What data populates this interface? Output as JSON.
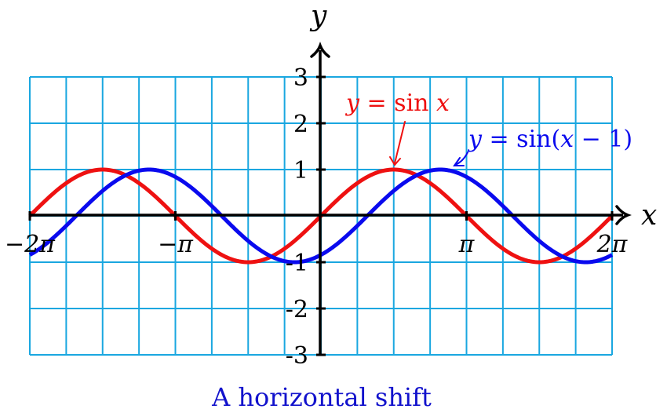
{
  "chart_data": {
    "type": "line",
    "title": "A horizontal shift",
    "xlabel": "x",
    "ylabel": "y",
    "xlim": [
      -6.2832,
      6.2832
    ],
    "ylim": [
      -3,
      3
    ],
    "grid": true,
    "x_ticks": [
      {
        "value": -6.2832,
        "label": "−2π"
      },
      {
        "value": -3.1416,
        "label": "−π"
      },
      {
        "value": 3.1416,
        "label": "π"
      },
      {
        "value": 6.2832,
        "label": "2π"
      }
    ],
    "y_ticks": [
      {
        "value": 3,
        "label": "3"
      },
      {
        "value": 2,
        "label": "2"
      },
      {
        "value": 1,
        "label": "1"
      },
      {
        "value": -1,
        "label": "-1"
      },
      {
        "value": -2,
        "label": "-2"
      },
      {
        "value": -3,
        "label": "-3"
      }
    ],
    "series": [
      {
        "name": "y = sin x",
        "color": "#ee1111",
        "function": "sin(x)",
        "x": [
          -6.2832,
          -5.4978,
          -4.7124,
          -3.927,
          -3.1416,
          -2.3562,
          -1.5708,
          -0.7854,
          0,
          0.7854,
          1.5708,
          2.3562,
          3.1416,
          3.927,
          4.7124,
          5.4978,
          6.2832
        ],
        "y": [
          0,
          0.707,
          1,
          0.707,
          0,
          -0.707,
          -1,
          -0.707,
          0,
          0.707,
          1,
          0.707,
          0,
          -0.707,
          -1,
          -0.707,
          0
        ]
      },
      {
        "name": "y = sin(x − 1)",
        "color": "#0a0aee",
        "function": "sin(x-1)",
        "x": [
          -6.2832,
          -5.4978,
          -4.7124,
          -3.927,
          -3.1416,
          -2.3562,
          -1.5708,
          -0.7854,
          0,
          0.7854,
          1.5708,
          2.3562,
          3.1416,
          3.927,
          4.7124,
          5.4978,
          6.2832
        ],
        "y": [
          -0.841,
          -0.018,
          0.54,
          0.984,
          0.841,
          0.154,
          -0.54,
          -0.976,
          -0.841,
          -0.212,
          0.54,
          0.934,
          0.841,
          0.374,
          -0.54,
          -0.893,
          -0.841
        ]
      }
    ]
  },
  "labels": {
    "sin_prefix": "y = ",
    "sin_fn": "sin",
    "sin_var": "x",
    "shift_prefix": "y = ",
    "shift_fn": "sin",
    "shift_open": "(",
    "shift_var": "x",
    "shift_minus": " − 1)"
  },
  "colors": {
    "grid": "#1aa7e0",
    "axis": "#000000"
  }
}
